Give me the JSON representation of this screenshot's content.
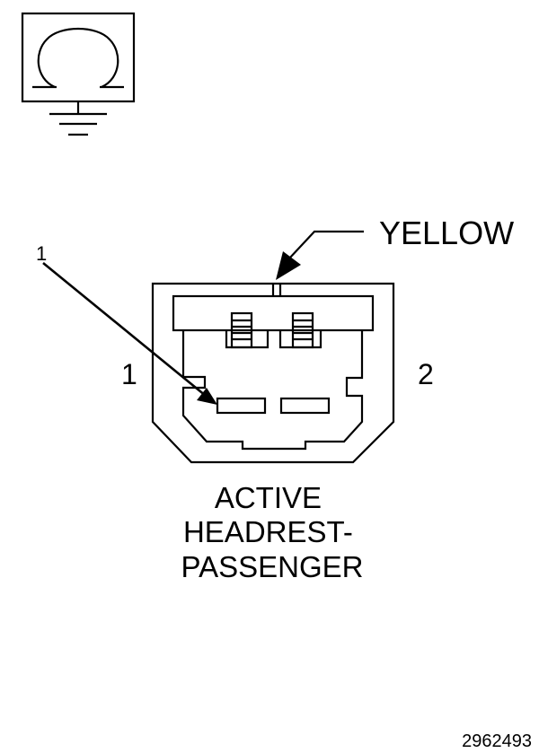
{
  "diagram": {
    "color_label": "YELLOW",
    "callout_number": "1",
    "pin_labels": {
      "left": "1",
      "right": "2"
    },
    "connector_name_lines": [
      "ACTIVE",
      "HEADREST-",
      "PASSENGER"
    ],
    "figure_number": "2962493",
    "icons": {
      "ohmmeter": "ohmmeter-icon",
      "ground": "ground-symbol-icon"
    },
    "colors": {
      "line": "#000000",
      "background": "#ffffff"
    }
  }
}
